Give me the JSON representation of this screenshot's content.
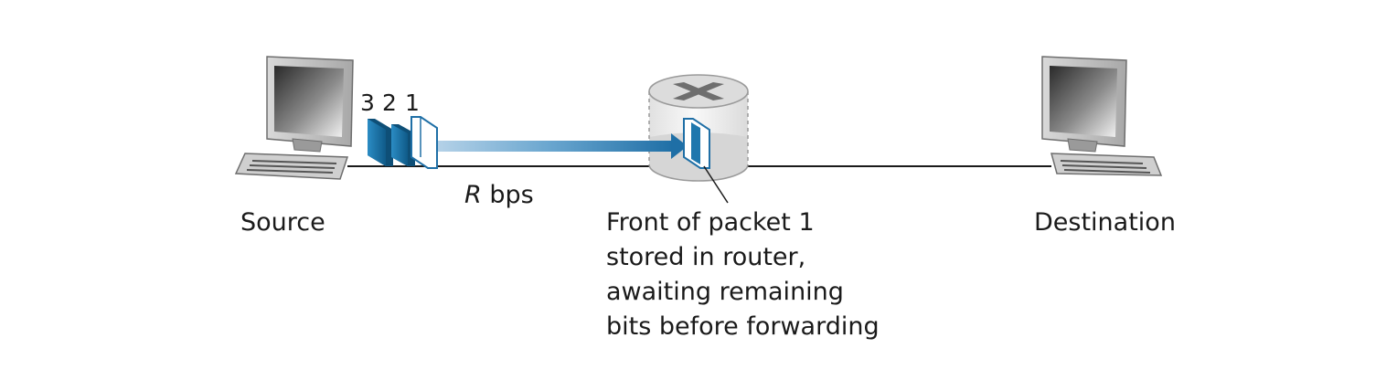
{
  "packets": {
    "p3": "3",
    "p2": "2",
    "p1": "1"
  },
  "link": {
    "rate_symbol": "R",
    "rate_unit": " bps"
  },
  "hosts": {
    "source": "Source",
    "destination": "Destination"
  },
  "annotation": {
    "lines": [
      "Front of packet 1",
      "stored in router,",
      "awaiting remaining",
      "bits before forwarding"
    ]
  },
  "colors": {
    "packet_blue": "#1f77ad",
    "packet_dark": "#0e4f77",
    "arrow": "#2f7fb5",
    "link": "#1a1a1a"
  }
}
